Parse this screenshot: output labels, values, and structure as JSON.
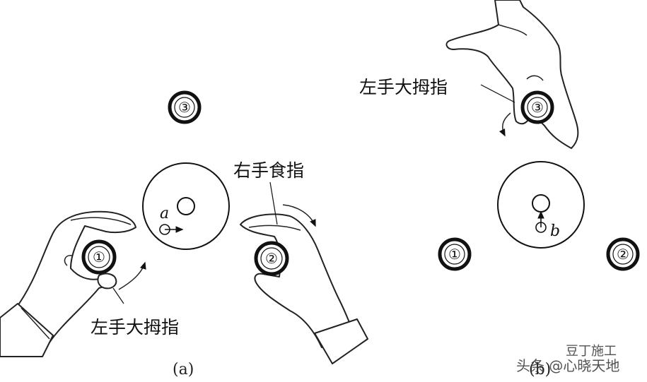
{
  "panel_a": {
    "caption": "(a)",
    "point_label": "a",
    "right_finger_label": "右手食指",
    "left_thumb_label": "左手大拇指",
    "balls": {
      "one": "①",
      "two": "②",
      "three": "③"
    }
  },
  "panel_b": {
    "caption": "(b)",
    "point_label": "b",
    "left_thumb_label": "左手大拇指",
    "balls": {
      "one": "①",
      "two": "②",
      "three": "③"
    }
  },
  "watermark": {
    "line1": "豆丁施工",
    "line2": "头条 @心晓天地"
  }
}
